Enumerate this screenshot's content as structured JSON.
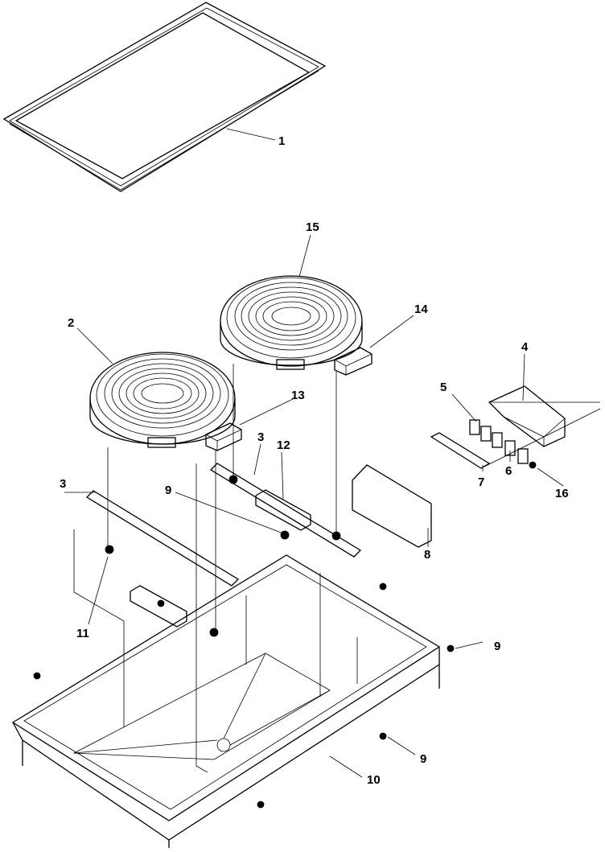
{
  "callouts": [
    {
      "id": "c1",
      "text": "1"
    },
    {
      "id": "c2",
      "text": "2"
    },
    {
      "id": "c3a",
      "text": "3"
    },
    {
      "id": "c3b",
      "text": "3"
    },
    {
      "id": "c4",
      "text": "4"
    },
    {
      "id": "c5",
      "text": "5"
    },
    {
      "id": "c6",
      "text": "6"
    },
    {
      "id": "c7",
      "text": "7"
    },
    {
      "id": "c8",
      "text": "8"
    },
    {
      "id": "c9a",
      "text": "9"
    },
    {
      "id": "c9b",
      "text": "9"
    },
    {
      "id": "c9c",
      "text": "9"
    },
    {
      "id": "c10",
      "text": "10"
    },
    {
      "id": "c11",
      "text": "11"
    },
    {
      "id": "c12",
      "text": "12"
    },
    {
      "id": "c13",
      "text": "13"
    },
    {
      "id": "c14",
      "text": "14"
    },
    {
      "id": "c15",
      "text": "15"
    },
    {
      "id": "c16",
      "text": "16"
    }
  ]
}
